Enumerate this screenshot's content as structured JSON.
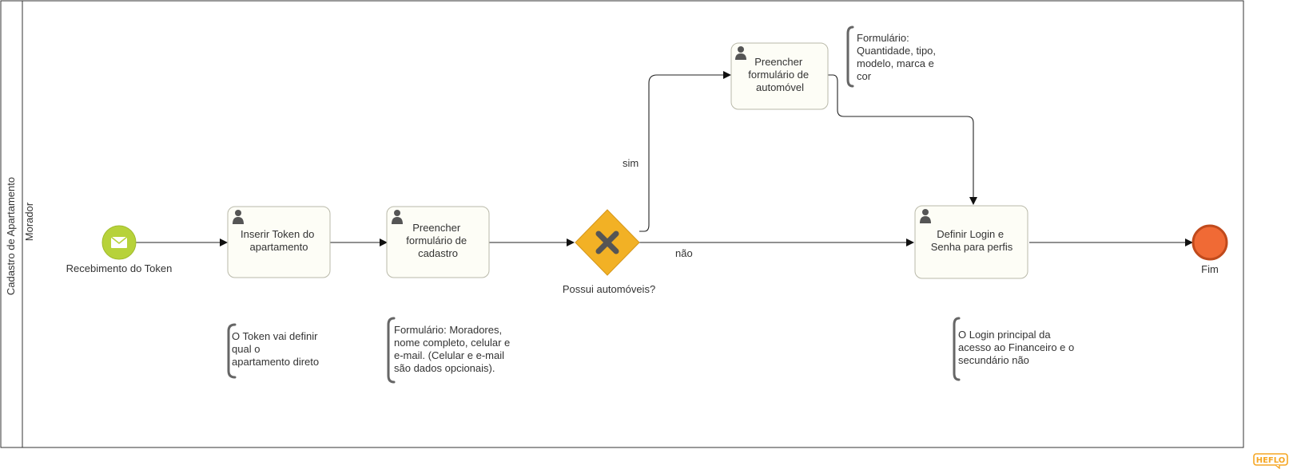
{
  "pool": {
    "name": "Cadastro de Apartamento"
  },
  "lane": {
    "name": "Morador"
  },
  "events": {
    "start": {
      "label": "Recebimento do Token",
      "icon": "envelope-icon",
      "color": "#b7d23a"
    },
    "end": {
      "label": "Fim",
      "color": "#f06a35"
    }
  },
  "tasks": [
    {
      "id": "t1",
      "lines": [
        "Inserir Token do",
        "apartamento"
      ],
      "icon": "user-icon"
    },
    {
      "id": "t2",
      "lines": [
        "Preencher",
        "formulário de",
        "cadastro"
      ],
      "icon": "user-icon"
    },
    {
      "id": "t3",
      "lines": [
        "Preencher",
        "formulário de",
        "automóvel"
      ],
      "icon": "user-icon"
    },
    {
      "id": "t4",
      "lines": [
        "Definir Login e",
        "Senha para perfis"
      ],
      "icon": "user-icon"
    }
  ],
  "gateway": {
    "label": "Possui automóveis?",
    "type": "exclusive",
    "color": "#f2b125"
  },
  "flow_labels": {
    "yes": "sim",
    "no": "não"
  },
  "annotations": [
    {
      "id": "a1",
      "lines": [
        "O Token vai definir",
        "qual o",
        "apartamento direto"
      ]
    },
    {
      "id": "a2",
      "lines": [
        "Formulário: Moradores,",
        "nome completo, celular e",
        "e-mail. (Celular e e-mail",
        "são dados opcionais)."
      ]
    },
    {
      "id": "a3",
      "lines": [
        "Formulário:",
        "Quantidade, tipo,",
        "modelo, marca e",
        "cor"
      ]
    },
    {
      "id": "a4",
      "lines": [
        "O Login principal da",
        "acesso ao Financeiro e o",
        "secundário não"
      ]
    }
  ],
  "brand": {
    "label": "HEFLO",
    "color": "#f5a623"
  }
}
